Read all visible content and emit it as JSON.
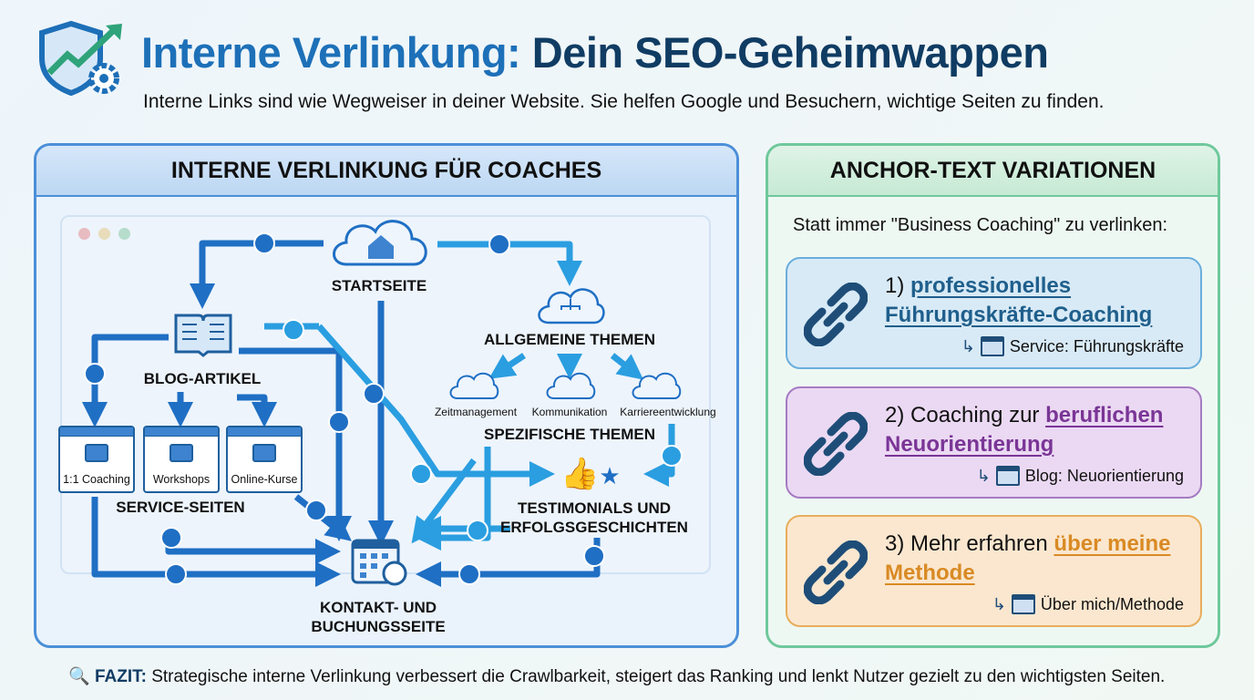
{
  "header": {
    "title_part1": "Interne Verlinkung:",
    "title_part2": "Dein SEO-Geheimwappen",
    "subtitle": "Interne Links sind wie Wegweiser in deiner Website. Sie helfen Google und Besuchern, wichtige Seiten zu finden."
  },
  "left_panel": {
    "title": "INTERNE VERLINKUNG FÜR COACHES",
    "nodes": {
      "home": "STARTSEITE",
      "general": "ALLGEMEINE THEMEN",
      "blog": "BLOG-ARTIKEL",
      "services": "SERVICE-SEITEN",
      "specific": "SPEZIFISCHE THEMEN",
      "testimonials_1": "TESTIMONIALS UND",
      "testimonials_2": "ERFOLGSGESCHICHTEN",
      "contact_1": "KONTAKT- UND",
      "contact_2": "BUCHUNGSSEITE"
    },
    "service_pages": [
      "1:1 Coaching",
      "Workshops",
      "Online-Kurse"
    ],
    "specific_topics": [
      "Zeitmanagement",
      "Kommunikation",
      "Karriereentwicklung"
    ]
  },
  "right_panel": {
    "title": "ANCHOR-TEXT VARIATIONEN",
    "intro": "Statt immer \"Business Coaching\" zu verlinken:",
    "cards": [
      {
        "prefix": "1) ",
        "anchor": "professionelles Führungskräfte-Coaching",
        "target": "Service: Führungskräfte",
        "color": "#1f6fa8"
      },
      {
        "prefix": "2) Coaching zur ",
        "anchor": "beruflichen Neuorientierung",
        "target": "Blog: Neuorientierung",
        "color": "#7a3596"
      },
      {
        "prefix": "3) Mehr erfahren ",
        "anchor": "über meine Methode",
        "target": "Über mich/Methode",
        "color": "#d98a24"
      }
    ]
  },
  "footer": {
    "label": "FAZIT:",
    "text": " Strategische interne Verlinkung verbessert die Crawlbarkeit, steigert das Ranking und lenkt Nutzer gezielt zu den wichtigsten Seiten."
  }
}
